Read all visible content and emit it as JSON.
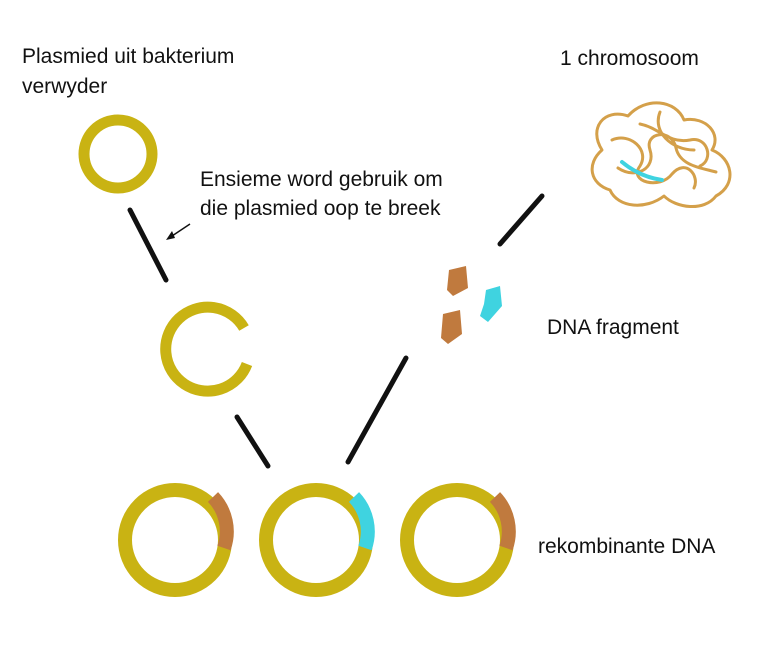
{
  "labels": {
    "plasmid_line1": "Plasmied uit bakterium",
    "plasmid_line2": "verwyder",
    "enzyme_line1": "Ensieme word gebruik om",
    "enzyme_line2": "die plasmied oop te breek",
    "chromosome": "1 chromosoom",
    "fragment": "DNA fragment",
    "recombinant": "rekombinante DNA"
  },
  "colors": {
    "plasmid": "#c9b313",
    "chromosome": "#d4a04a",
    "fragment_brown": "#c07a3e",
    "fragment_cyan": "#3fd3e0",
    "arrow": "#111111"
  }
}
